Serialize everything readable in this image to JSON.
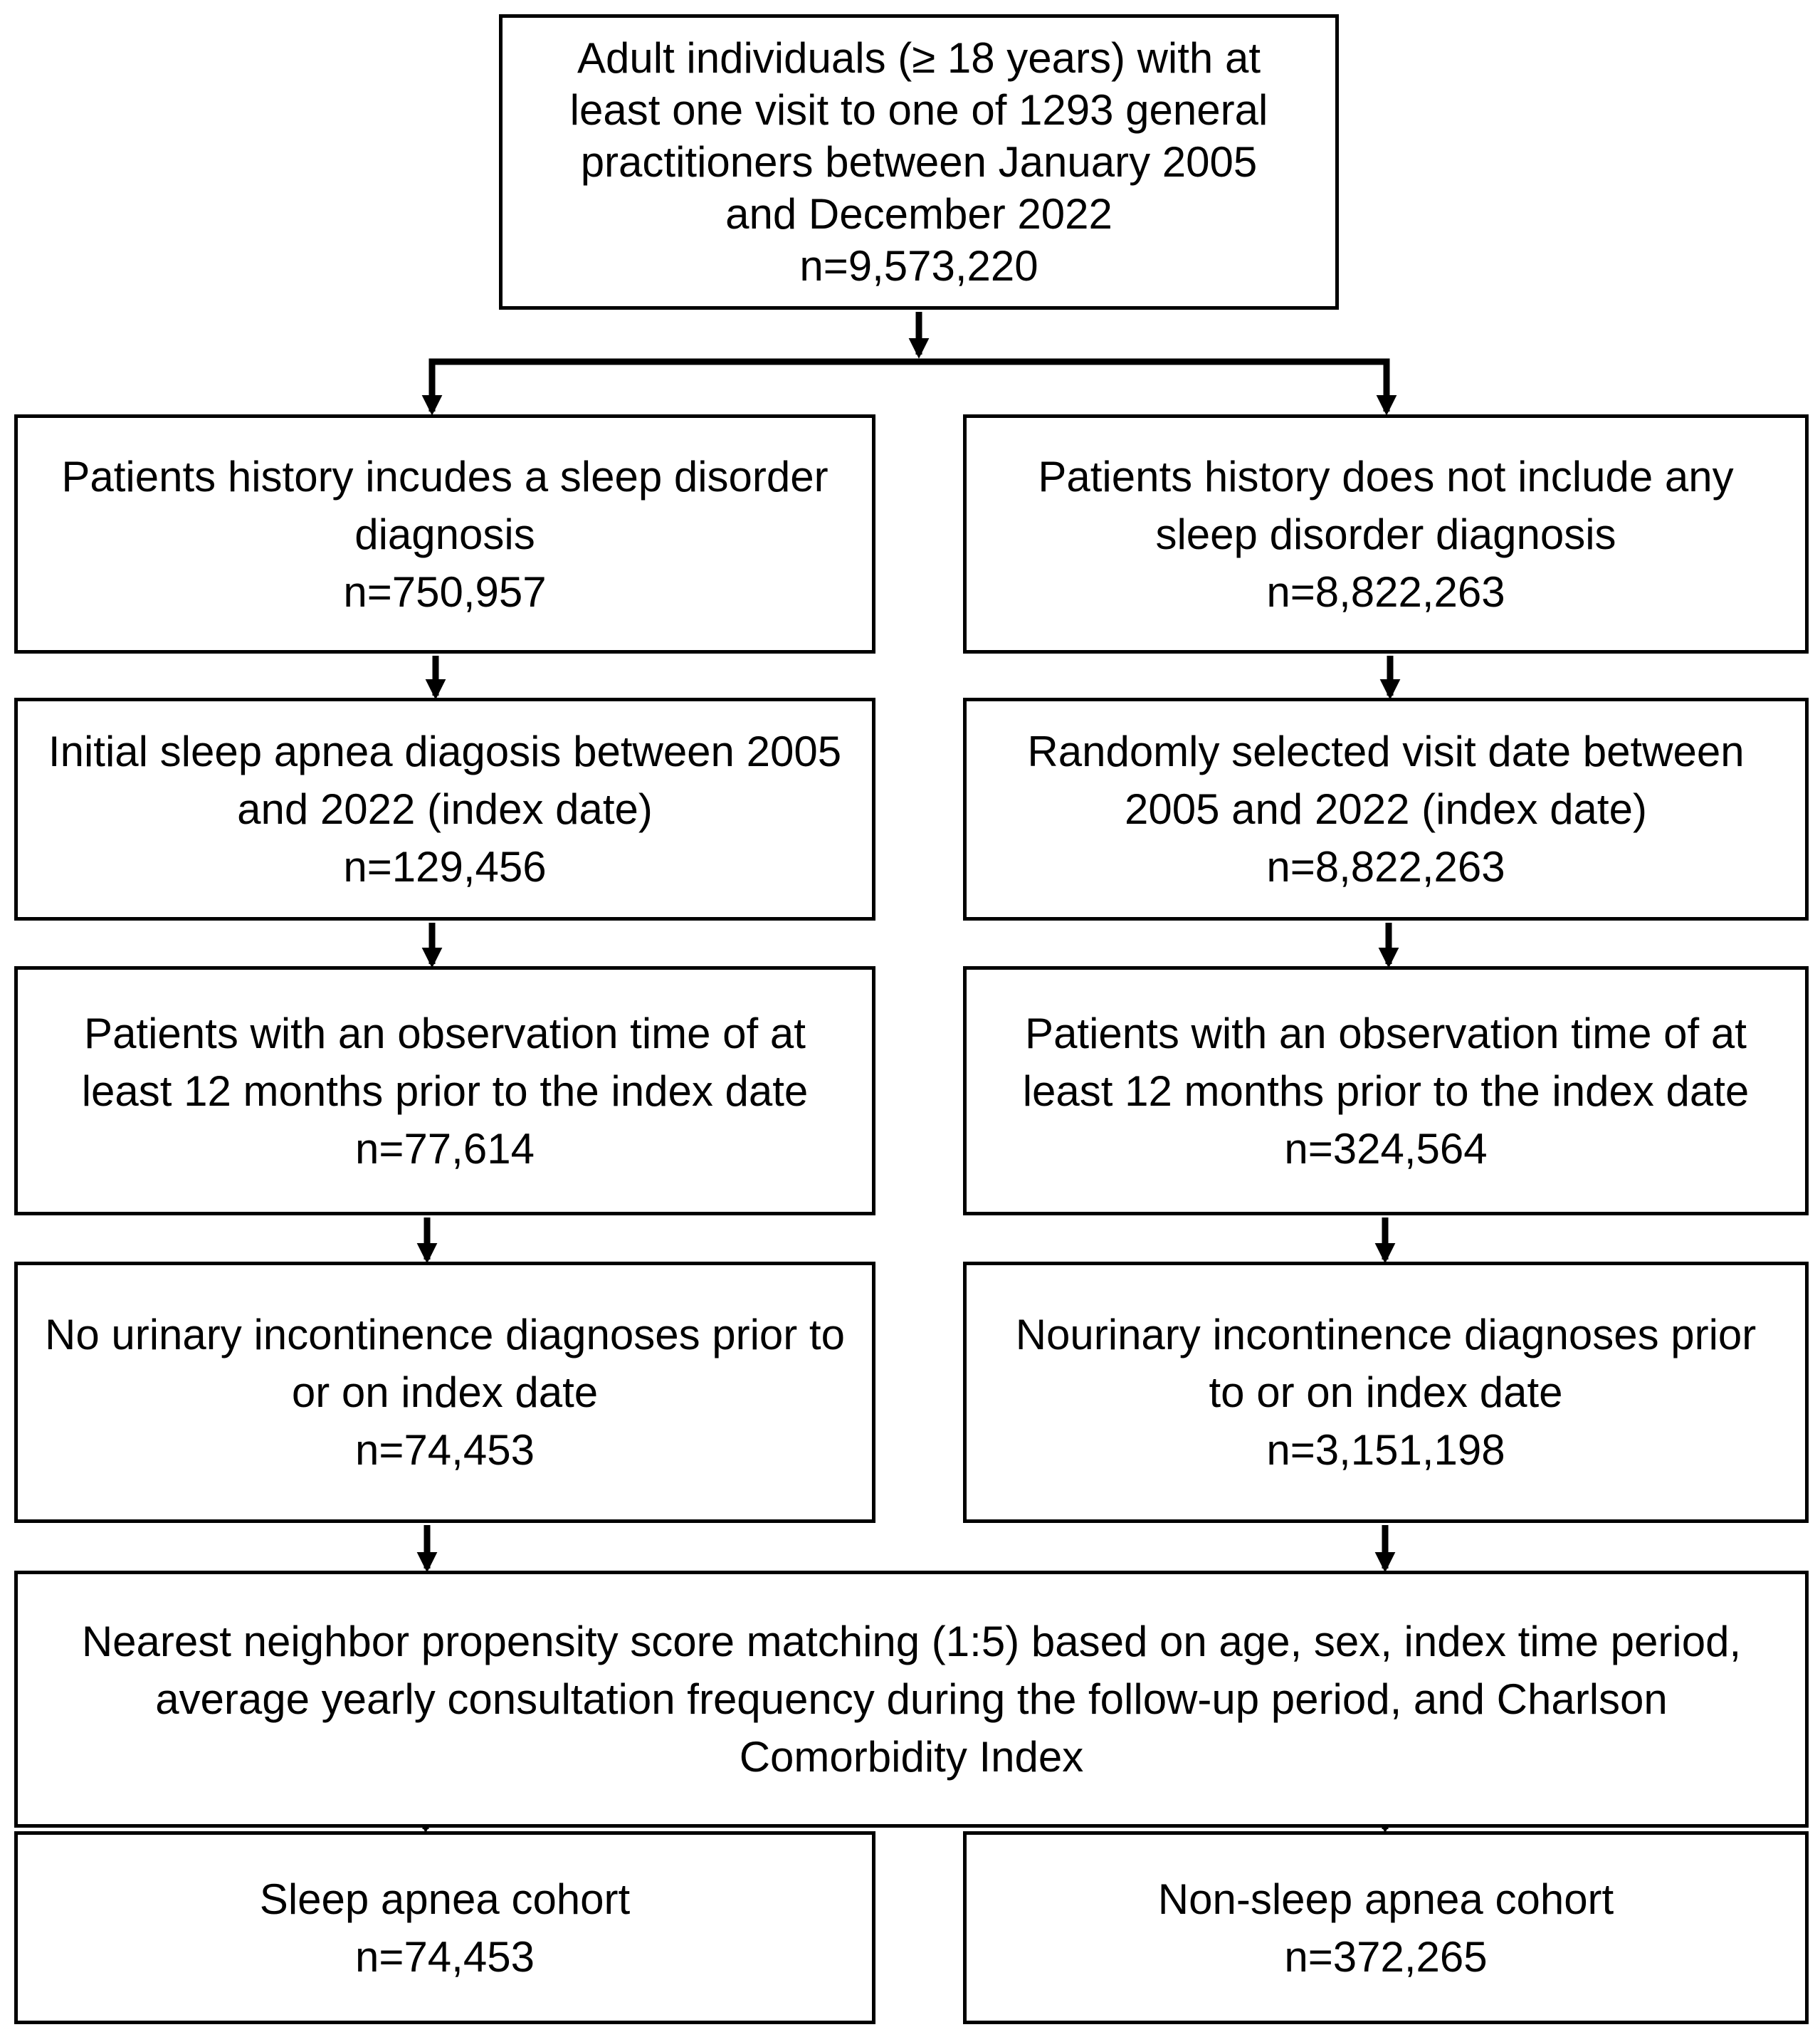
{
  "top_box": {
    "lines": [
      "Adult individuals (≥ 18 years) with at",
      "least one visit to one of 1293 general",
      "practitioners between January 2005",
      "and December 2022"
    ],
    "count": "n=9,573,220"
  },
  "left": {
    "step1": {
      "lines": [
        "Patients history incudes a sleep disorder",
        "diagnosis"
      ],
      "count": "n=750,957"
    },
    "step2": {
      "lines": [
        "Initial sleep apnea diagosis between 2005",
        "and 2022 (index date)"
      ],
      "count": "n=129,456"
    },
    "step3": {
      "lines": [
        "Patients with an observation time of at",
        "least 12 months prior to the index date"
      ],
      "count": "n=77,614"
    },
    "step4": {
      "lines": [
        "No urinary incontinence diagnoses prior to",
        "or on index date"
      ],
      "count": "n=74,453"
    },
    "result": {
      "lines": [
        "Sleep apnea cohort"
      ],
      "count": "n=74,453"
    }
  },
  "right": {
    "step1": {
      "lines": [
        "Patients history does not include any",
        "sleep disorder diagnosis"
      ],
      "count": "n=8,822,263"
    },
    "step2": {
      "lines": [
        "Randomly selected visit date between",
        "2005 and 2022 (index date)"
      ],
      "count": "n=8,822,263"
    },
    "step3": {
      "lines": [
        "Patients with an observation time of at",
        "least 12 months prior to the index date"
      ],
      "count": "n=324,564"
    },
    "step4": {
      "lines": [
        "Nourinary incontinence diagnoses prior",
        "to or on index date"
      ],
      "count": "n=3,151,198"
    },
    "result": {
      "lines": [
        "Non-sleep apnea cohort"
      ],
      "count": "n=372,265"
    }
  },
  "matching_box": {
    "lines": [
      "Nearest neighbor propensity score matching (1:5) based on age, sex, index time period,",
      "average yearly consultation frequency during the follow-up period, and Charlson",
      "Comorbidity Index"
    ]
  },
  "colors": {
    "line": "#000000",
    "background": "#ffffff",
    "text": "#000000"
  }
}
